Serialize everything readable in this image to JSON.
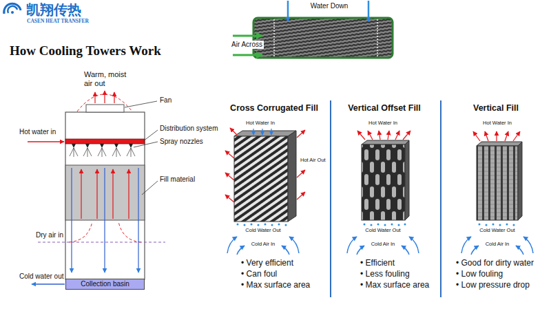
{
  "diagram": {
    "title": "How Cooling Towers Work",
    "nodes": [
      {
        "text": [
          "Collection basin"
        ]
      }
    ],
    "labels": [
      "凯翔传热",
      "CASEN HEAT TRANSFER",
      "Water Down",
      "Air Across",
      "Warm, moist air out",
      "Fan",
      "Hot water in",
      "Distribution system",
      "Spray nozzles",
      "Fill material",
      "Dry air in",
      "Cold water out",
      "Cross Corrugated Fill",
      "Hot Water In",
      "Hot Air Out",
      "Cold Water Out",
      "Cold Air In",
      "• Very efficient",
      "• Can foul",
      "• Max surface area",
      "Vertical Offset Fill",
      "Hot Water In",
      "Cold Water Out",
      "Cold Air In",
      "• Efficient",
      "• Less fouling",
      "• Max surface area",
      "Vertical Fill",
      "Hot Water In",
      "Cold Water Out",
      "Cold Air In",
      "• Good for dirty water",
      "• Low fouling",
      "• Low pressure drop"
    ]
  }
}
